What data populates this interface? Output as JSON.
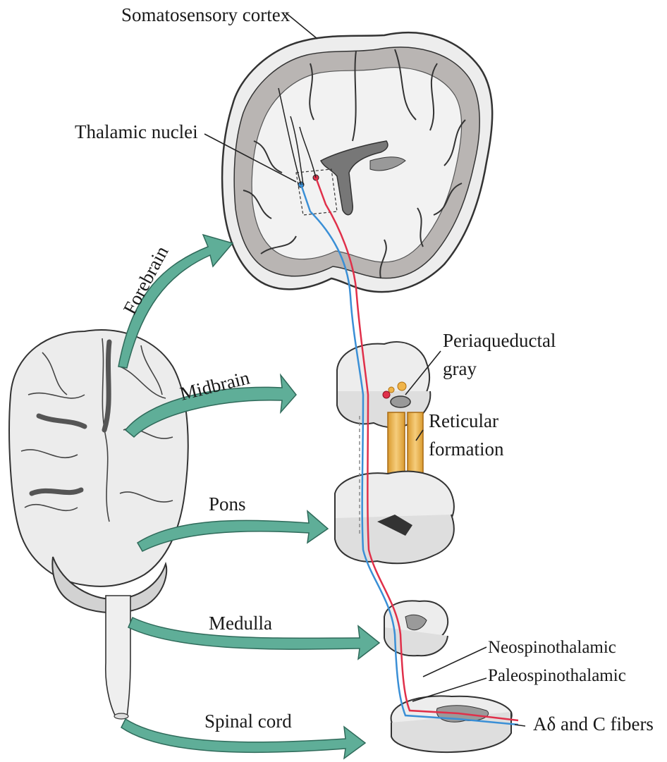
{
  "labels": {
    "somatosensory_cortex": "Somatosensory cortex",
    "thalamic_nuclei": "Thalamic nuclei",
    "periaqueductal_gray_1": "Periaqueductal",
    "periaqueductal_gray_2": "gray",
    "reticular_formation_1": "Reticular",
    "reticular_formation_2": "formation",
    "neospinothalamic": "Neospinothalamic",
    "paleospinothalamic": "Paleospinothalamic",
    "fibers": "Aδ and C fibers"
  },
  "arrows": {
    "forebrain": "Forebrain",
    "midbrain": "Midbrain",
    "pons": "Pons",
    "medulla": "Medulla",
    "spinal_cord": "Spinal cord"
  },
  "colors": {
    "arrow_fill": "#5fae98",
    "arrow_stroke": "#2f6a5a",
    "tissue": "#ededed",
    "gray_matter": "#b9b5b3",
    "tract_neo": "#3a8fd6",
    "tract_paleo": "#e0304a",
    "reticular": "#f0b44a"
  }
}
